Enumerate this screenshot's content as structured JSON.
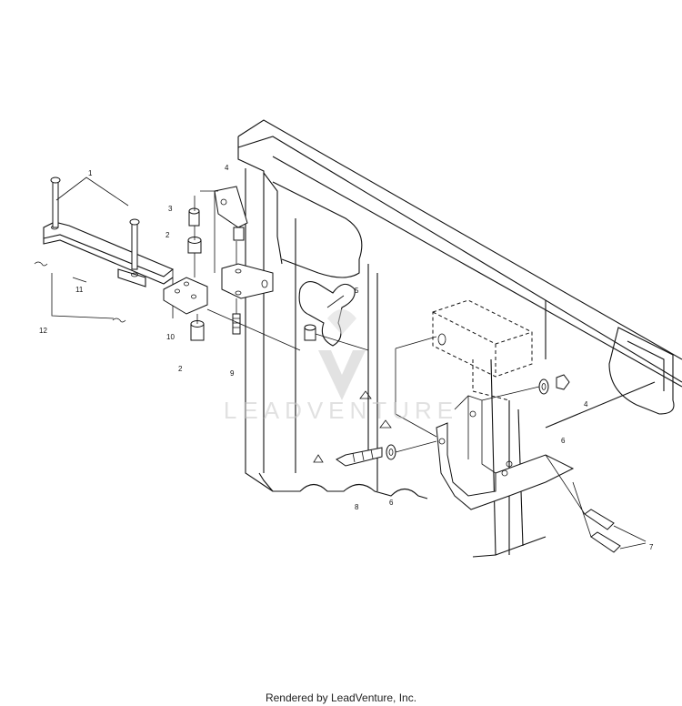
{
  "diagram": {
    "part_numbers": [
      "1",
      "2",
      "3",
      "4",
      "5",
      "6",
      "7",
      "8",
      "9",
      "10",
      "11",
      "12"
    ],
    "callouts": {
      "c1": "1",
      "c2a": "2",
      "c2b": "2",
      "c3": "3",
      "c4a": "4",
      "c4b": "4",
      "c5": "5",
      "c6a": "6",
      "c6b": "6",
      "c7": "7",
      "c8": "8",
      "c9": "9",
      "c10": "10",
      "c11": "11",
      "c12": "12"
    }
  },
  "watermark": {
    "text": "LEADVENTURE",
    "color": "#c9c9c9"
  },
  "footer": {
    "text": "Rendered by LeadVenture, Inc."
  }
}
